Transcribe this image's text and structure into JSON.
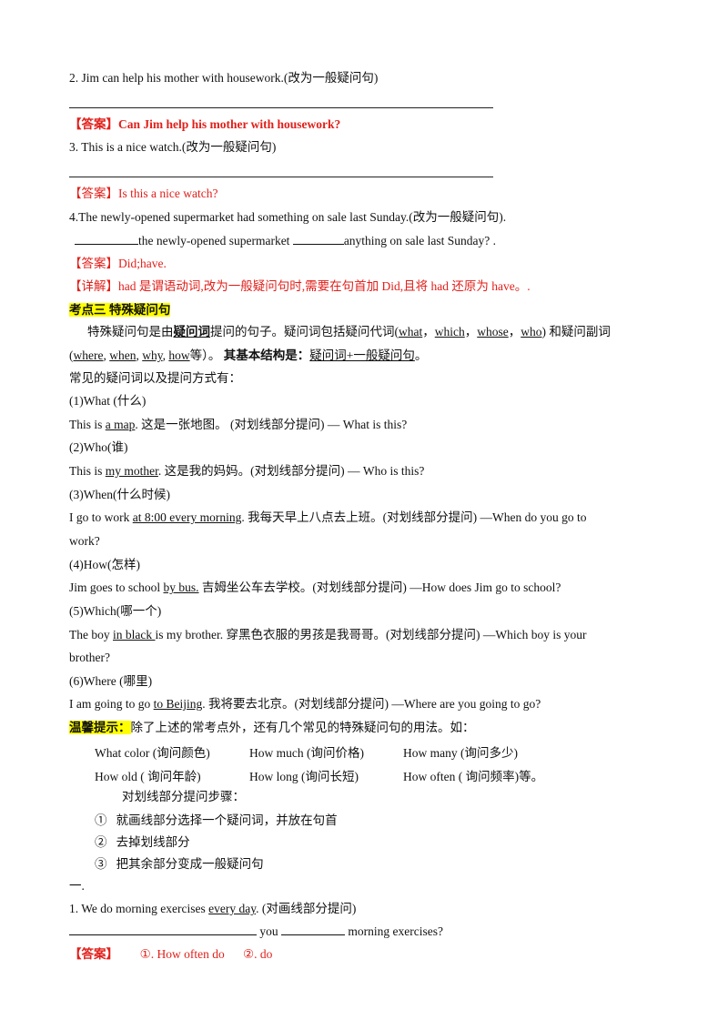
{
  "q2": {
    "prompt": "2.    Jim can help his mother with housework.(改为一般疑问句)",
    "answer_label": "【答案】",
    "answer": "Can Jim help his mother with housework?"
  },
  "q3": {
    "prompt": "3.    This is a nice watch.(改为一般疑问句)",
    "answer_label": "【答案】",
    "answer": "Is this a nice watch?"
  },
  "q4": {
    "prompt": "4.The newly-opened supermarket had something on sale last Sunday.(改为一般疑问句).",
    "fill_mid": "the newly-opened supermarket",
    "fill_end": "anything on sale last Sunday? .",
    "answer_label": "【答案】",
    "answer": "Did;have.",
    "explain_label": "【详解】",
    "explain": "had 是谓语动词,改为一般疑问句时,需要在句首加 Did,且将 had 还原为 have。."
  },
  "section": {
    "title": "考点三  特殊疑问句",
    "intro_a": "特殊疑问句是由",
    "intro_key": "疑问词",
    "intro_b": "提问的句子。疑问词包括疑问代词(",
    "pron": [
      "what",
      "which",
      "whose",
      "who"
    ],
    "intro_c": "和疑问副词",
    "adv": [
      "where",
      "when",
      "why",
      "how"
    ],
    "adv_tail": "等）。",
    "struct_label": "其基本结构是：",
    "struct": "疑问词+一般疑问句",
    "common": "常见的疑问词以及提问方式有："
  },
  "examples": [
    {
      "head": "(1)What (什么)",
      "pre": "This is ",
      "ul": "a map",
      "post": ".  这是一张地图。 (对划线部分提问) — What is this?",
      "post2": ""
    },
    {
      "head": "(2)Who(谁)",
      "pre": "This is ",
      "ul": "my mother",
      "post": ".    这是我的妈妈。(对划线部分提问) — Who is this?",
      "post2": ""
    },
    {
      "head": "(3)When(什么时候)",
      "pre": "I go to work ",
      "ul": "at 8:00 every morning",
      "post": ". 我每天早上八点去上班。(对划线部分提问) —When do you go to",
      "post2": "work?"
    },
    {
      "head": "(4)How(怎样)",
      "pre": "Jim goes to school ",
      "ul": "by bus.",
      "post": " 吉姆坐公车去学校。(对划线部分提问) —How does Jim go to school?",
      "post2": ""
    },
    {
      "head": "(5)Which(哪一个)",
      "pre": "The boy ",
      "ul": " in black ",
      "post": " is my brother. 穿黑色衣服的男孩是我哥哥。(对划线部分提问) —Which boy is your",
      "post2": "brother?"
    },
    {
      "head": "(6)Where (哪里)",
      "pre": "I am going to go ",
      "ul": "to Beijing",
      "post": ".    我将要去北京。(对划线部分提问) —Where are you going to go?",
      "post2": ""
    }
  ],
  "tip": {
    "label": "温馨提示：",
    "text": "除了上述的常考点外，还有几个常见的特殊疑问句的用法。如：",
    "table": [
      [
        "What color (询问颜色)",
        "How much (询问价格)",
        "How many (询问多少)"
      ],
      [
        "How old (  询问年龄)",
        "How long (询问长短)",
        "How often (  询问频率)等。"
      ]
    ],
    "steps_title": "对划线部分提问步骤：",
    "steps": [
      {
        "num": "①",
        "text": "就画线部分选择一个疑问词，并放在句首"
      },
      {
        "num": "②",
        "text": "去掉划线部分"
      },
      {
        "num": "③",
        "text": "把其余部分变成一般疑问句"
      }
    ]
  },
  "exercise": {
    "heading": "一.",
    "q1_pre": "1. We do morning exercises  ",
    "q1_ul": "every day",
    "q1_post": ". (对画线部分提问)",
    "fill_mid": " you ",
    "fill_end": " morning exercises?",
    "answer_label": "【答案】",
    "answer_1": "①. How often do",
    "answer_2": "②. do"
  }
}
